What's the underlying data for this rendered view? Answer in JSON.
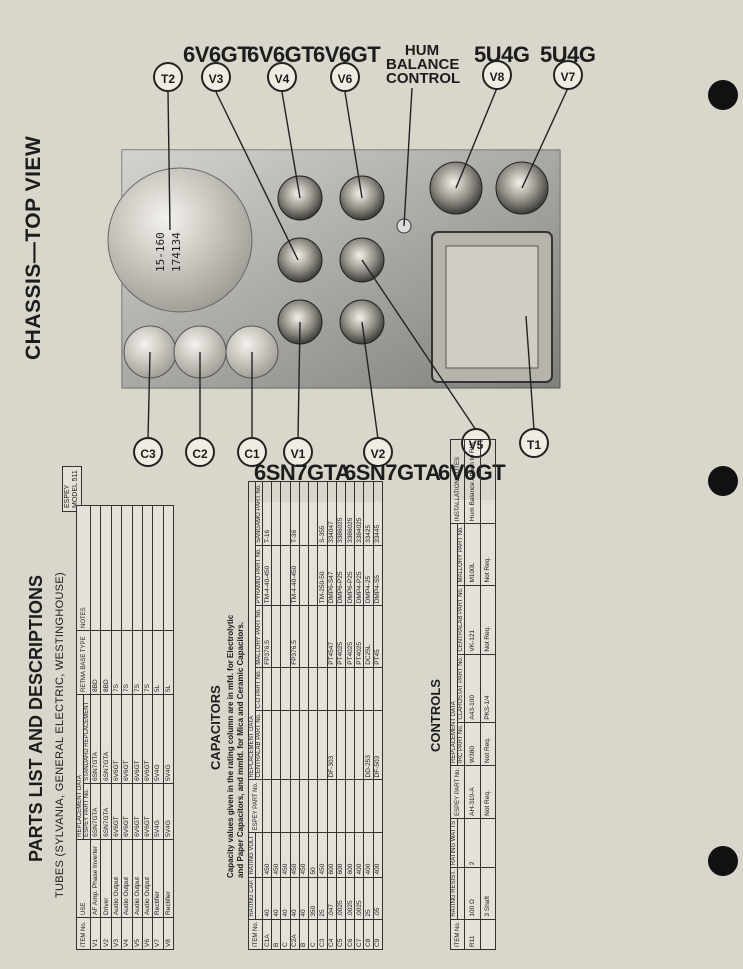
{
  "chassis_title": "CHASSIS—TOP VIEW",
  "top_labels": {
    "v3_type": "6V6GT",
    "v4_type": "6V6GT",
    "v6_type": "6V6GT",
    "hum_control": "HUM BALANCE CONTROL",
    "v8_type": "5U4G",
    "v7_type": "5U4G"
  },
  "bottom_labels": {
    "v1_type": "6SN7GTA",
    "v2_type": "6SN7GTA",
    "v5_type": "6V6GT"
  },
  "transformer_markings": [
    "15-160",
    "174134"
  ],
  "callouts": {
    "t2": "T2",
    "v3": "V3",
    "v4": "V4",
    "v6": "V6",
    "v8": "V8",
    "v7": "V7",
    "c3": "C3",
    "c2": "C2",
    "c1": "C1",
    "v1": "V1",
    "v2": "V2",
    "v5": "V5",
    "t1": "T1"
  },
  "model_tag": [
    "ESPEY",
    "MODEL 511"
  ],
  "parts_title": "PARTS LIST AND DESCRIPTIONS",
  "tubes_title": "TUBES (SYLVANIA, GENERAL ELECTRIC, WESTINGHOUSE)",
  "tubes_table": {
    "group_header": "REPLACEMENT DATA",
    "headers": [
      "ITEM No.",
      "USE",
      "ESPEY PART No.",
      "STANDARD REPLACEMENT",
      "RETMA BASE TYPE",
      "NOTES"
    ],
    "rows": [
      [
        "V1",
        "AF Amp. Phase Inverter",
        "6SN7GTA",
        "6SN7GTA",
        "8BD",
        ""
      ],
      [
        "V2",
        "Driver",
        "6SN7GTA",
        "6SN7GTA",
        "8BD",
        ""
      ],
      [
        "V3",
        "Audio Output",
        "6V6GT",
        "6V6GT",
        "7S",
        ""
      ],
      [
        "V4",
        "Audio Output",
        "6V6GT",
        "6V6GT",
        "7S",
        ""
      ],
      [
        "V5",
        "Audio Output",
        "6V6GT",
        "6V6GT",
        "7S",
        ""
      ],
      [
        "V6",
        "Audio Output",
        "6V6GT",
        "6V6GT",
        "7S",
        ""
      ],
      [
        "V7",
        "Rectifier",
        "5V4G",
        "5V4G",
        "5L",
        ""
      ],
      [
        "V8",
        "Rectifier",
        "5V4G",
        "5V4G",
        "5L",
        ""
      ]
    ]
  },
  "capacitors_title": "CAPACITORS",
  "capacitors_note": [
    "Capacity values given in the rating column are in mfd. for Electrolytic",
    "and Paper Capacitors, and mmfd. for Mica and Ceramic Capacitors."
  ],
  "capacitors_table": {
    "group_header": "REPLACEMENT DATA",
    "headers": [
      "ITEM No.",
      "RATING CAP.",
      "RATING VOLT",
      "ESPEY PART No.",
      "CENTRALAB PART No.",
      "C-D PART No.",
      "MALLORY PART No.",
      "PYRAMID PART No.",
      "SANGAMO PART No."
    ],
    "rows": [
      [
        "C1A",
        "40",
        "450",
        "",
        "",
        "",
        "FP376.5",
        "TM-4-40-450",
        "T-16"
      ],
      [
        "B",
        "40",
        "450",
        "",
        "",
        "",
        "",
        "",
        ""
      ],
      [
        "C",
        "40",
        "450",
        "",
        "",
        "",
        "",
        "",
        ""
      ],
      [
        "C2A",
        "40",
        "450",
        "",
        "",
        "",
        "FP376.5",
        "TM-4-40-450",
        "T-36"
      ],
      [
        "B",
        "40",
        "450",
        "",
        "",
        "",
        "",
        "",
        ""
      ],
      [
        "C",
        "350",
        "50",
        "",
        "",
        "",
        "",
        "",
        ""
      ],
      [
        "C3",
        "25",
        "450",
        "",
        "",
        "",
        "",
        "TM-250-50",
        "S-355"
      ],
      [
        "C4",
        ".047",
        "600",
        "",
        "DF-303",
        "",
        "PT4547",
        "DMP6-S47",
        "334047"
      ],
      [
        "C5",
        ".0025",
        "600",
        "",
        "",
        "",
        "PT4025",
        "DMP6-P25",
        "3386025"
      ],
      [
        "C6",
        ".0025",
        "600",
        "",
        "",
        "",
        "PT4025",
        "DMP6-P25",
        "3386025"
      ],
      [
        "C7",
        ".0025",
        "400",
        "",
        "",
        "",
        "PT4025",
        "DMP4-P25",
        "3384025"
      ],
      [
        "C8",
        "25",
        "400",
        "",
        "DD-253",
        "",
        "DC25L",
        "DMP4-25",
        "33425"
      ],
      [
        "C9",
        ".05",
        "400",
        "",
        "DF-503",
        "",
        "PT45",
        "DMP4-S5",
        "33445"
      ]
    ]
  },
  "controls_title": "CONTROLS",
  "controls_table": {
    "group_header": "REPLACEMENT DATA",
    "headers": [
      "ITEM No.",
      "RATING RESIST.",
      "RATING WATTS",
      "ESPEY PART No.",
      "IRC PART No.",
      "CLAROSTAT PART No.",
      "CENTRALAB PART No.",
      "MALLORY PART No.",
      "INSTALLATION NOTES"
    ],
    "rows": [
      [
        "R11",
        "100 Ω",
        "2",
        "AH-310-A",
        "W380",
        "A43-100",
        "VK-121",
        "M100L",
        "Hum Balance Attach to RIA"
      ],
      [
        "",
        "3 Shaft",
        "",
        "Not Req.",
        "Not Req.",
        "PKS-1/4",
        "Not Req.",
        "Not Req.",
        ""
      ]
    ]
  }
}
